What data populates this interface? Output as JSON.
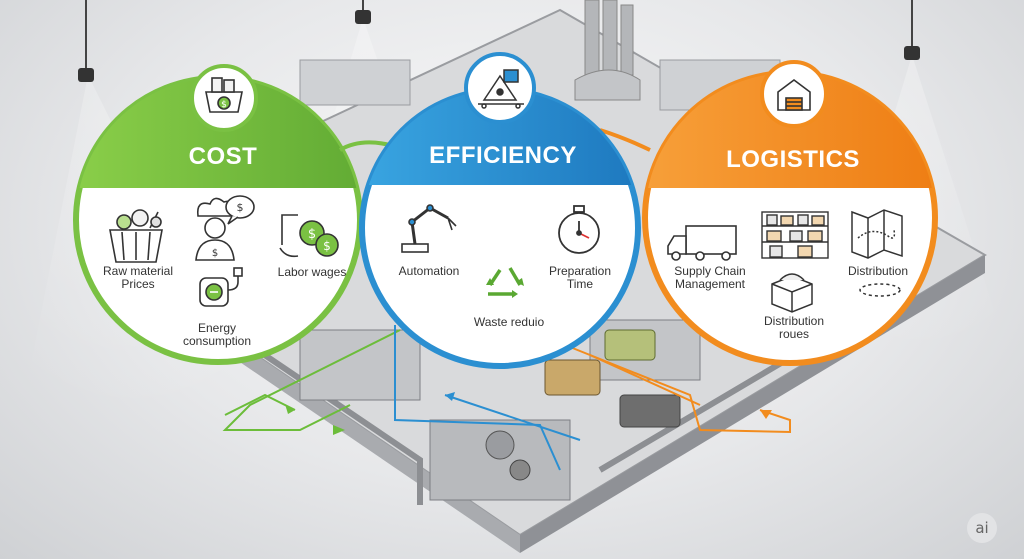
{
  "panels": {
    "cost": {
      "title": "COST",
      "color": "#7ac143",
      "items": {
        "raw_material": "Raw material\nPrices",
        "labor": "Labor wages",
        "energy": "Energy\nconsumption"
      },
      "icons": [
        "money-basket-icon",
        "food-basket-icon",
        "chef-icon",
        "dollar-bubble-icon",
        "money-hand-icon",
        "energy-meter-icon"
      ]
    },
    "efficiency": {
      "title": "EFFICIENCY",
      "color": "#2b8fd1",
      "items": {
        "automation": "Automation",
        "preparation": "Preparation\nTime",
        "waste": "Waste reduio"
      },
      "icons": [
        "production-line-icon",
        "robot-arm-icon",
        "stopwatch-icon",
        "recycle-icon"
      ]
    },
    "logistics": {
      "title": "LOGISTICS",
      "color": "#f28c1e",
      "items": {
        "supply_chain": "Supply Chain\nManagement",
        "distribution_roues": "Distribution\nroues",
        "distribution": "Distribution"
      },
      "icons": [
        "warehouse-icon",
        "truck-icon",
        "shelves-icon",
        "box-icon",
        "map-icon"
      ]
    }
  },
  "badge": "ai"
}
